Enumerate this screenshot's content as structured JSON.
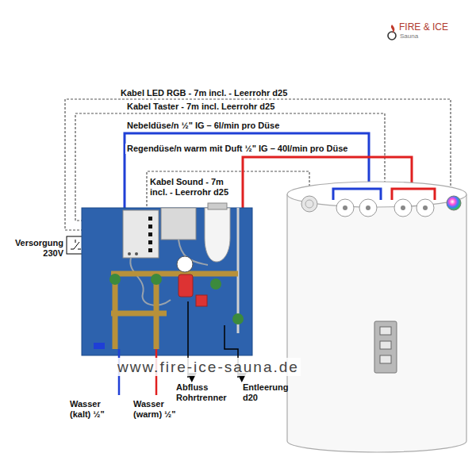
{
  "diagram": {
    "labels": [
      "FIRE & ICE",
      "Sauna",
      "Kabel LED RGB - 7m incl. - Leerrohr d25",
      "Kabel Taster - 7m incl. Leerrohr d25",
      "Nebeldüse/n ½\" IG – 6l/min pro Düse",
      "Regendüse/n warm mit Duft ½\" IG – 40l/min pro Düse",
      "Kabel Sound - 7m incl. - Leerrohr d25",
      "Versorgung 230V",
      "www.fire-ice-sauna.de",
      "Wasser (kalt) ½\"",
      "Wasser (warm) ½\"",
      "Abfluss Rohrtrenner",
      "Entleerung d20"
    ]
  }
}
